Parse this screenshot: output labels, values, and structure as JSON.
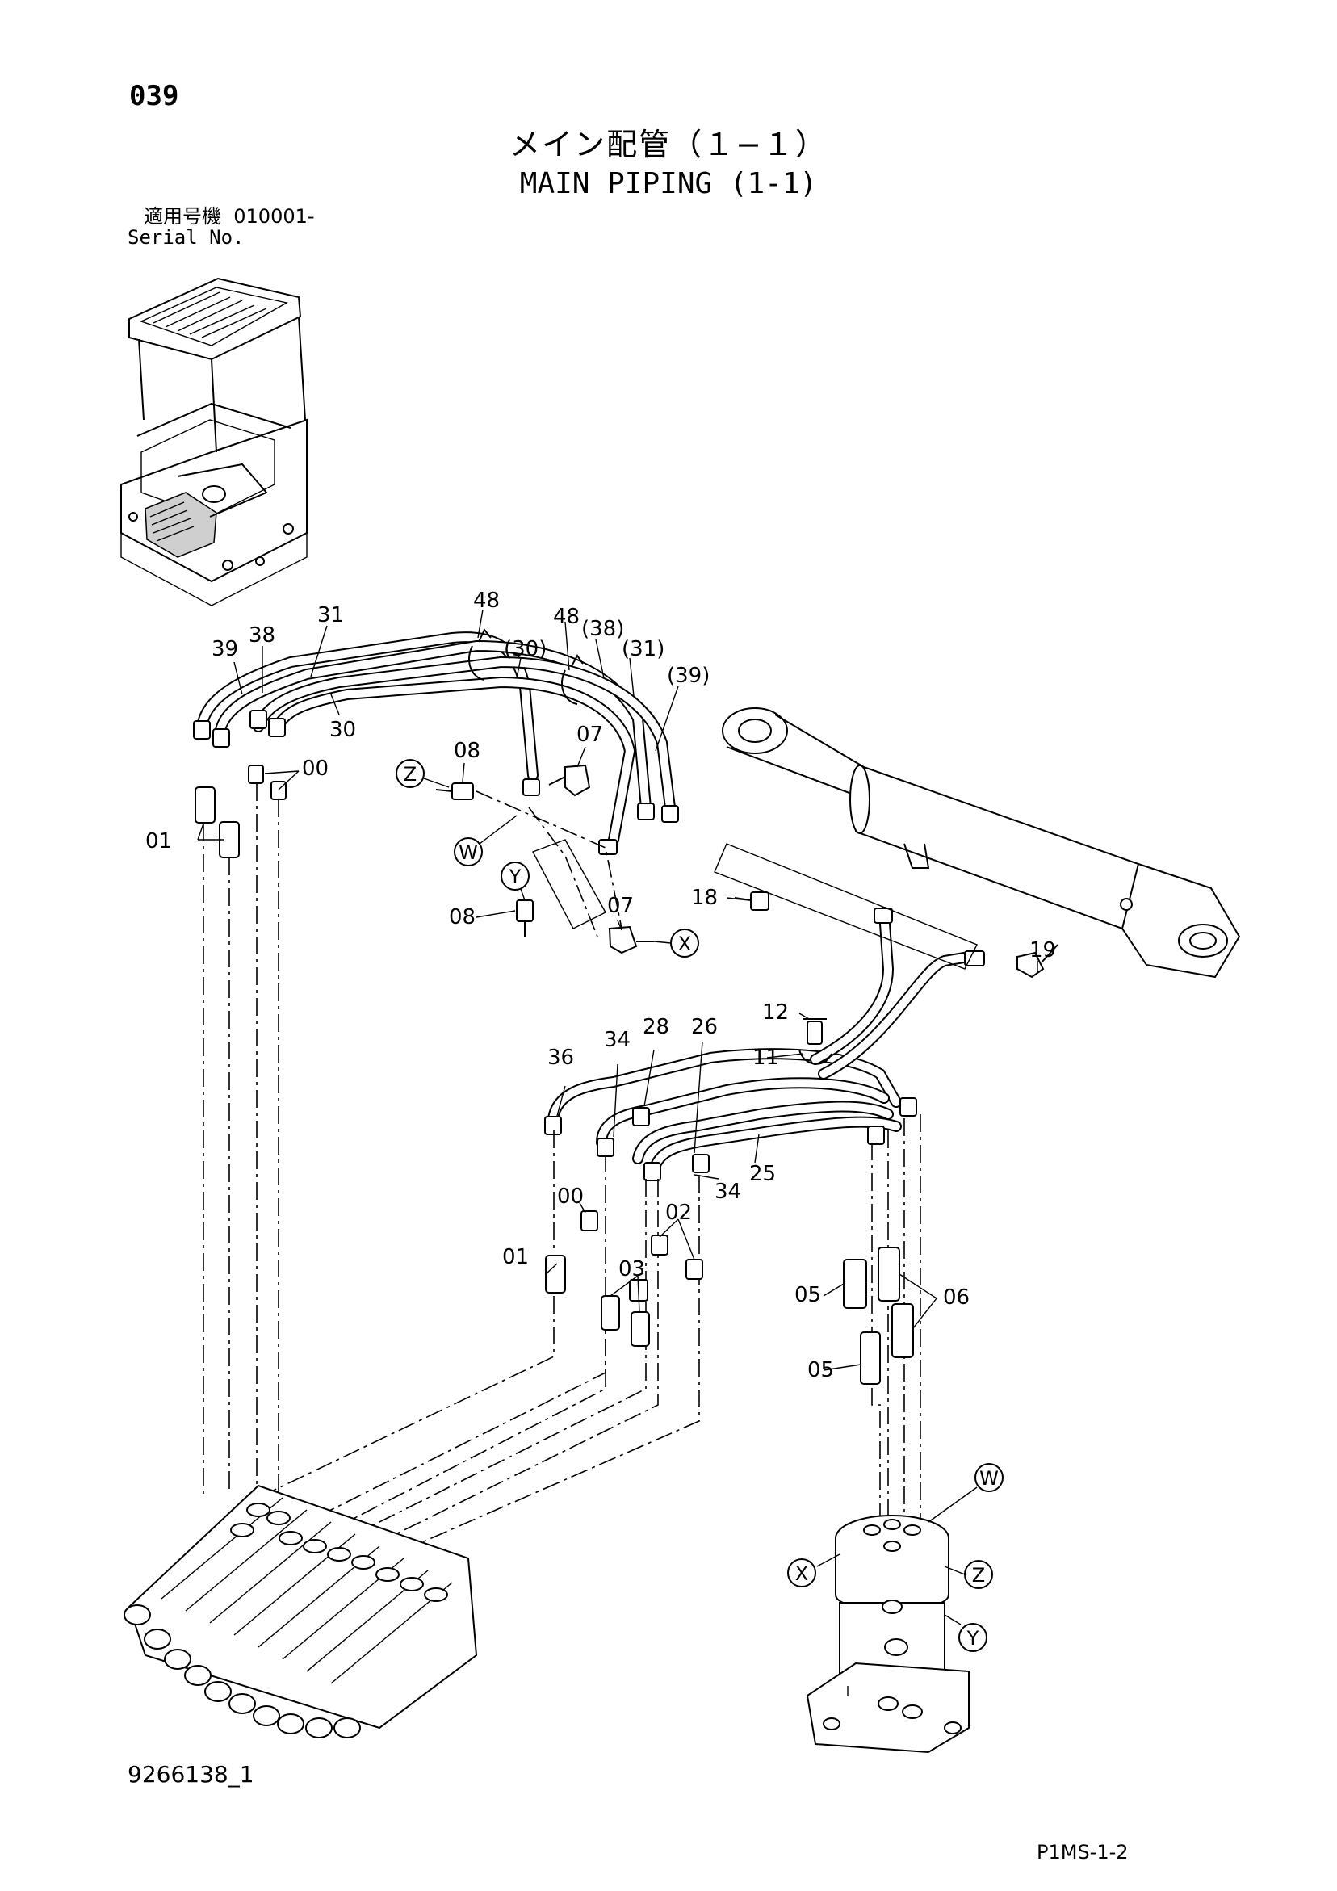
{
  "header": {
    "page_number": "039",
    "title_ja": "メイン配管（１−１）",
    "title_en": "MAIN PIPING (1-1)",
    "serial_ja": "適用号機  010001-",
    "serial_en": "Serial No."
  },
  "footer": {
    "drawing_number": "9266138_1",
    "sheet_code": "P1MS-1-2"
  },
  "callouts": {
    "c48a": "48",
    "c48b": "48",
    "c38b": "(38)",
    "c30b": "(30)",
    "c31b": "(31)",
    "c39b": "(39)",
    "c39": "39",
    "c38": "38",
    "c31": "31",
    "c30": "30",
    "c08a": "08",
    "c07a": "07",
    "c00a": "00",
    "c01a": "01",
    "c08b": "08",
    "c07b": "07",
    "c18": "18",
    "c19": "19",
    "c12": "12",
    "c11": "11",
    "c36": "36",
    "c34a": "34",
    "c28": "28",
    "c26": "26",
    "c25": "25",
    "c34b": "34",
    "c00b": "00",
    "c02": "02",
    "c01b": "01",
    "c03": "03",
    "c05a": "05",
    "c05b": "05",
    "c06": "06"
  },
  "connection_marks": {
    "z1": "Z",
    "w1": "W",
    "y1": "Y",
    "x1": "X",
    "w2": "W",
    "x2": "X",
    "z2": "Z",
    "y2": "Y"
  },
  "icons": {
    "machine_overview": "excavator-overview-icon",
    "control_valve": "control-valve-icon",
    "center_joint": "swivel-joint-icon",
    "cylinder": "hydraulic-cylinder-icon"
  }
}
